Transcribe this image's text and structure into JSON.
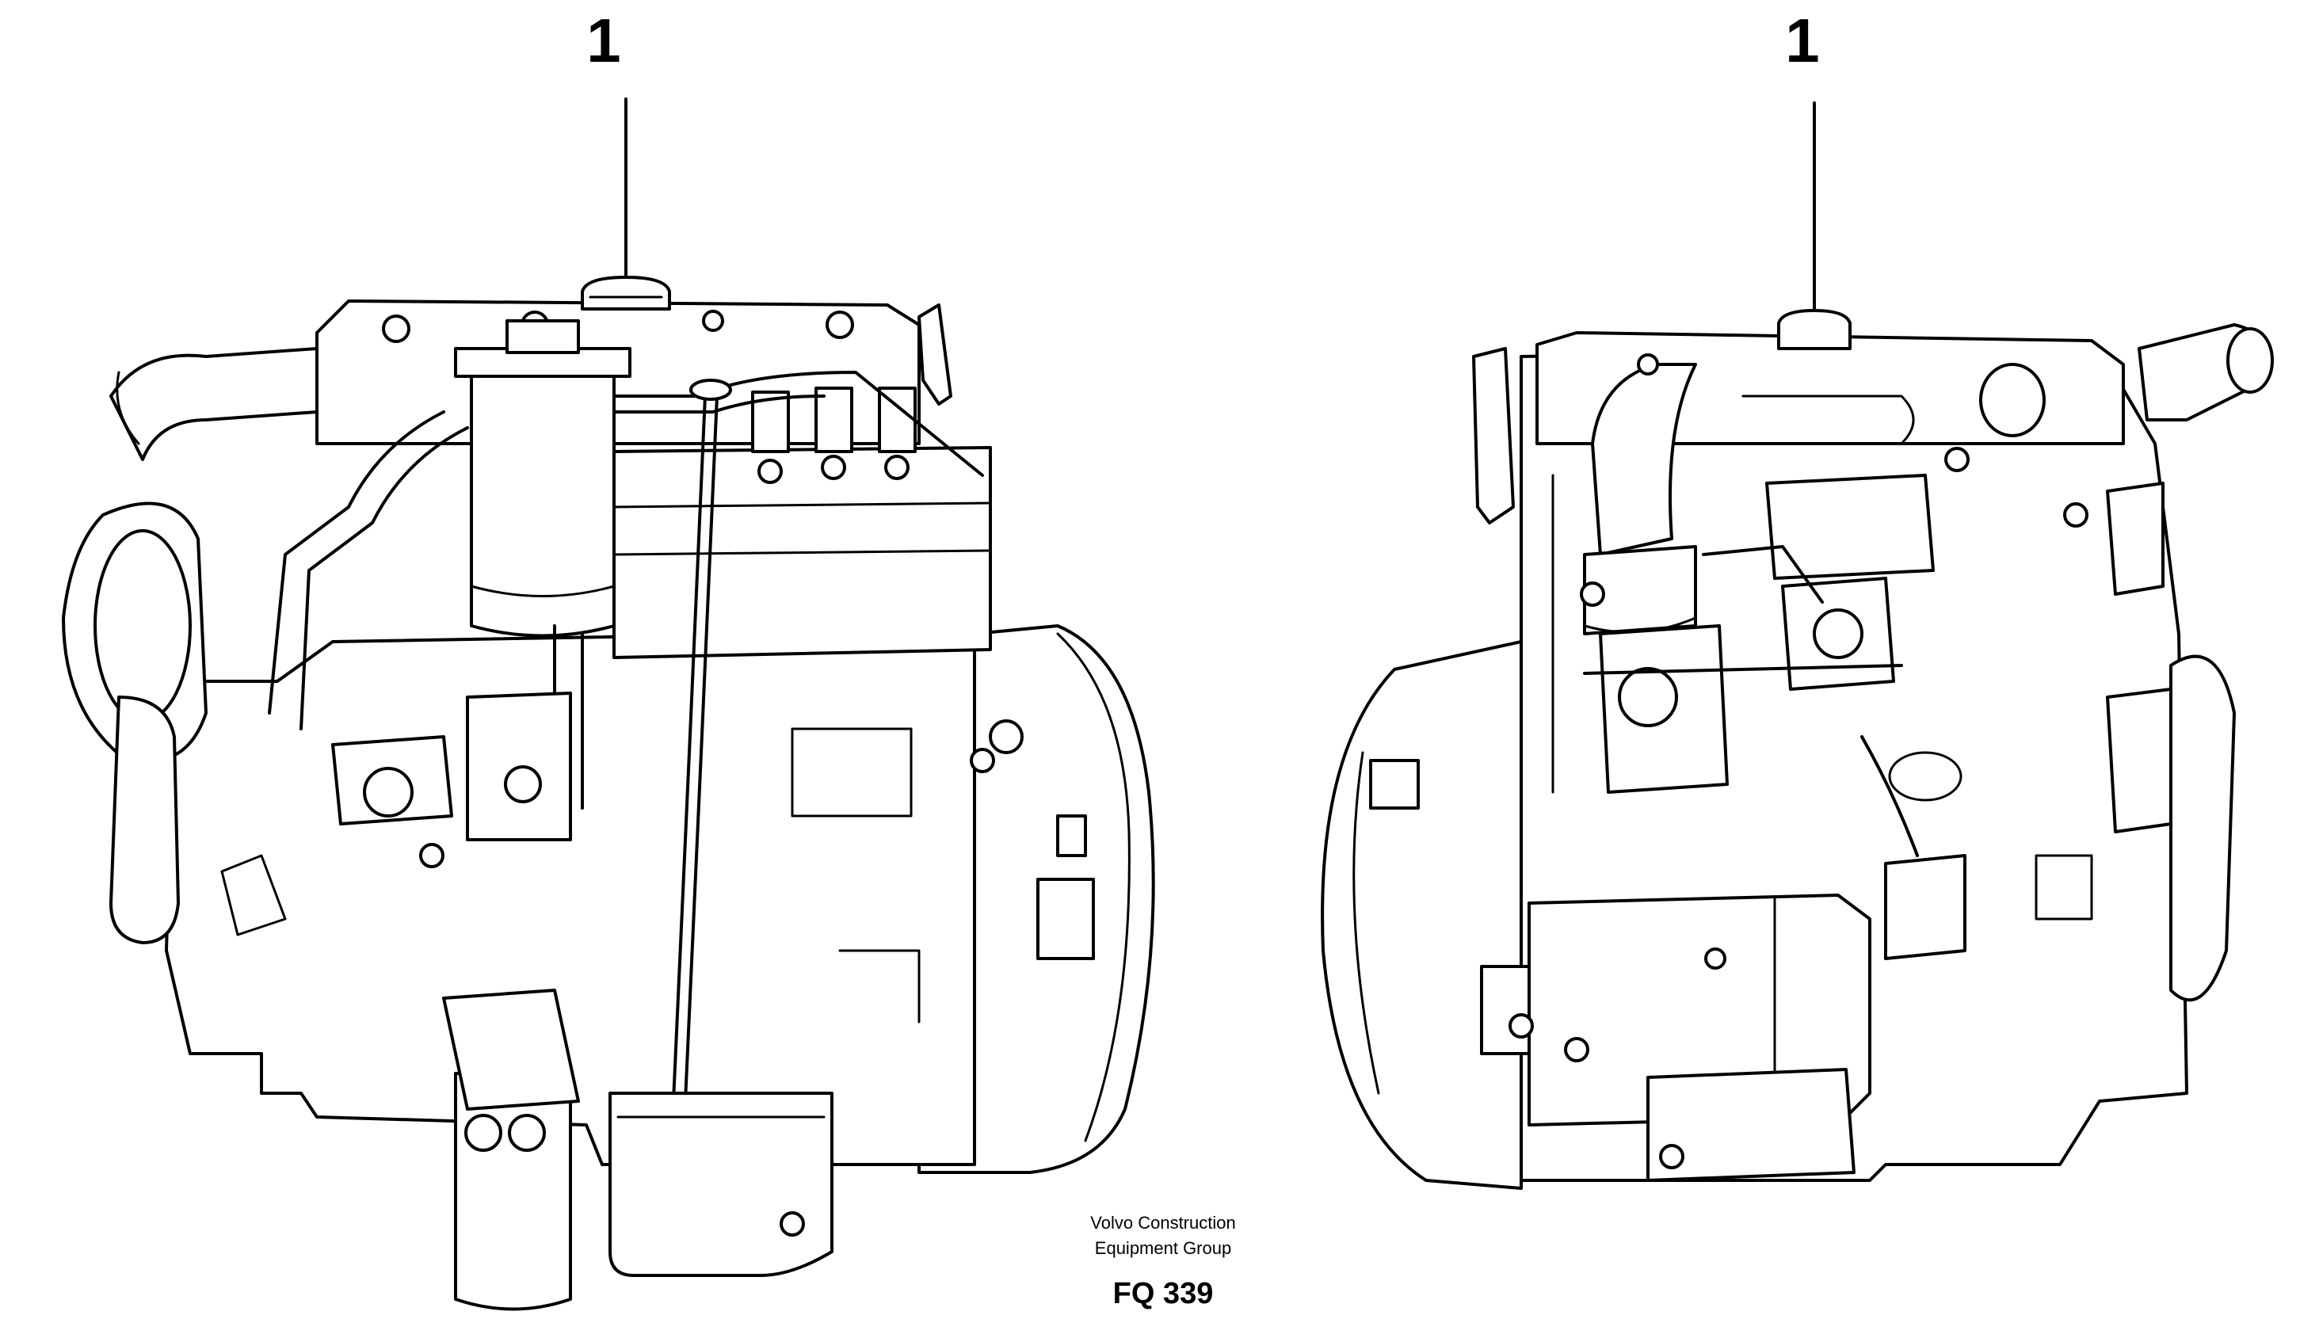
{
  "callouts": [
    {
      "label": "1"
    },
    {
      "label": "1"
    }
  ],
  "credit": {
    "line1": "Volvo Construction",
    "line2": "Equipment Group"
  },
  "figure_code": "FQ 339"
}
